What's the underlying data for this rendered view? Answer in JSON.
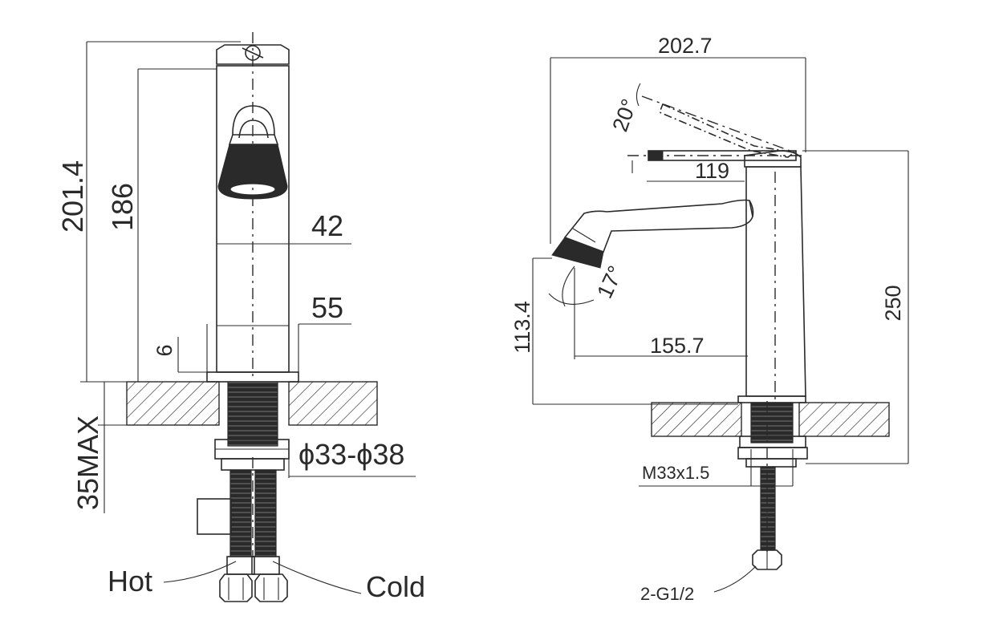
{
  "front_view": {
    "overall_height": "201.4",
    "spout_height": "186",
    "body_width": "42",
    "base_width": "55",
    "base_thickness": "6",
    "counter_max": "35MAX",
    "hole_diameter": "ϕ33-ϕ38",
    "hot_label": "Hot",
    "cold_label": "Cold"
  },
  "side_view": {
    "overall_depth": "202.7",
    "handle_angle": "20°",
    "handle_length": "119",
    "spout_angle": "17°",
    "spout_clearance": "113.4",
    "spout_reach": "155.7",
    "total_height": "250",
    "thread": "M33x1.5",
    "inlet": "2-G1/2"
  }
}
